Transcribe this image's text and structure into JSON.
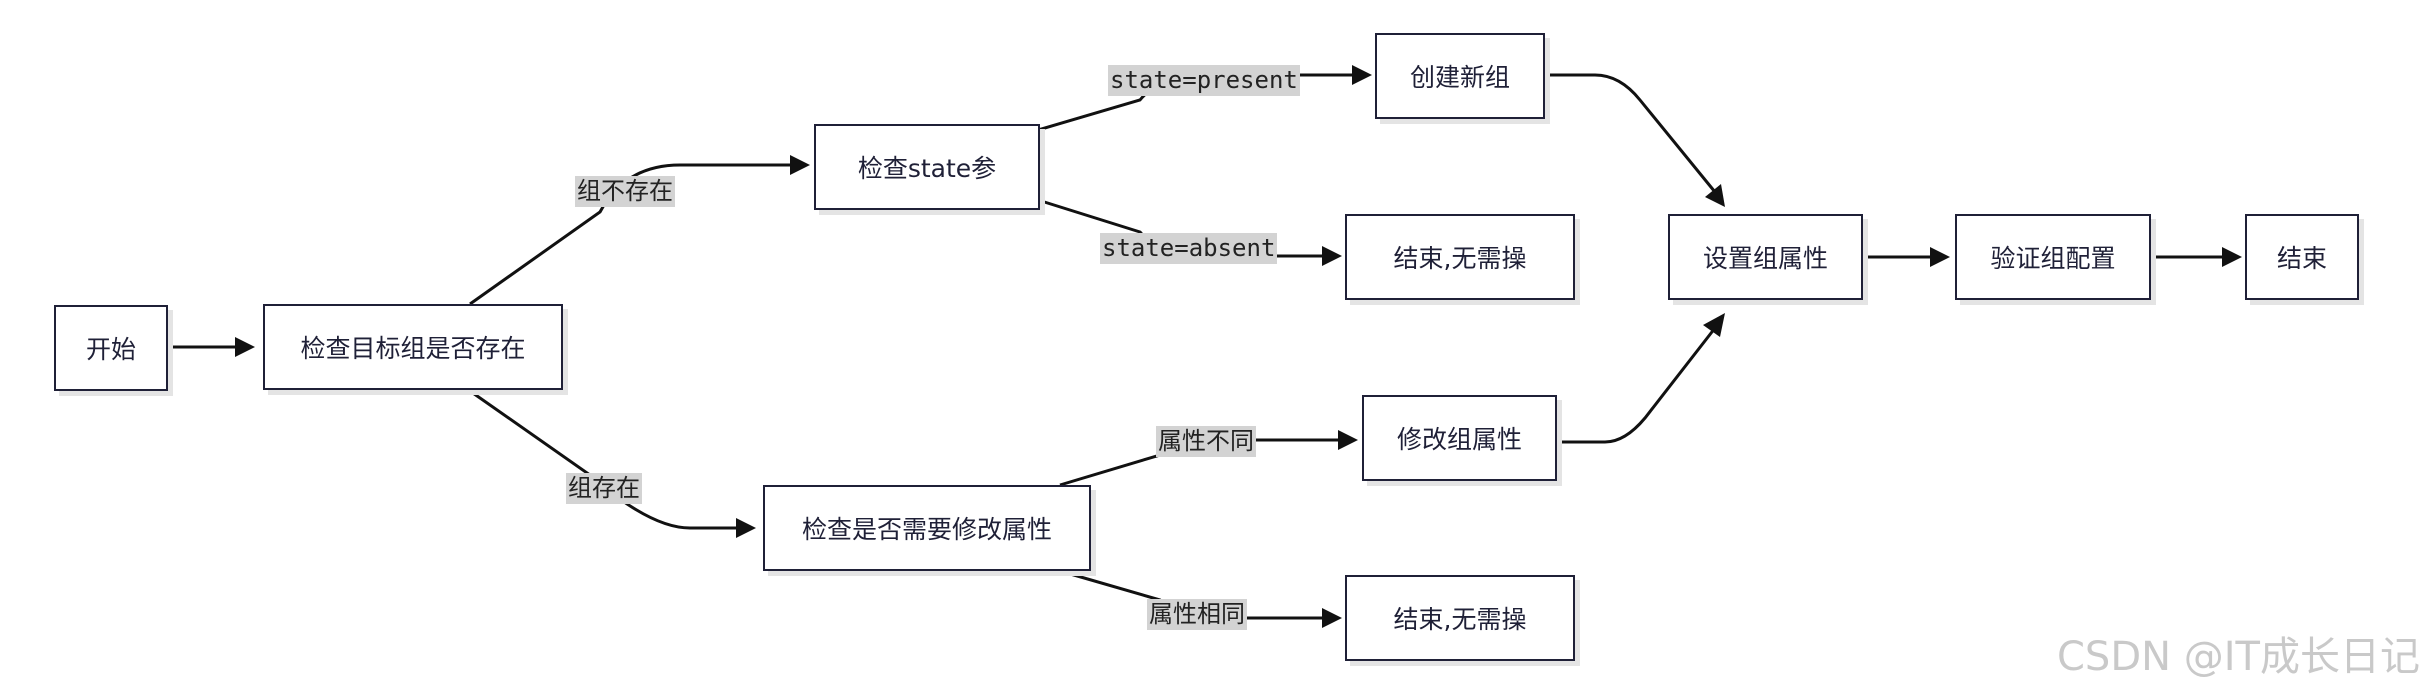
{
  "nodes": {
    "start": "开始",
    "check_group_exists": "检查目标组是否存在",
    "check_state_param": "检查state参",
    "create_group": "创建新组",
    "end_no_action_1": "结束,无需操",
    "set_group_attrs": "设置组属性",
    "verify_group_config": "验证组配置",
    "end": "结束",
    "check_modify_attrs": "检查是否需要修改属性",
    "modify_group_attrs": "修改组属性",
    "end_no_action_2": "结束,无需操"
  },
  "edge_labels": {
    "group_not_exists": "组不存在",
    "group_exists": "组存在",
    "state_present": "state=present",
    "state_absent": "state=absent",
    "attrs_differ": "属性不同",
    "attrs_same": "属性相同"
  },
  "watermark": "CSDN @IT成长日记"
}
